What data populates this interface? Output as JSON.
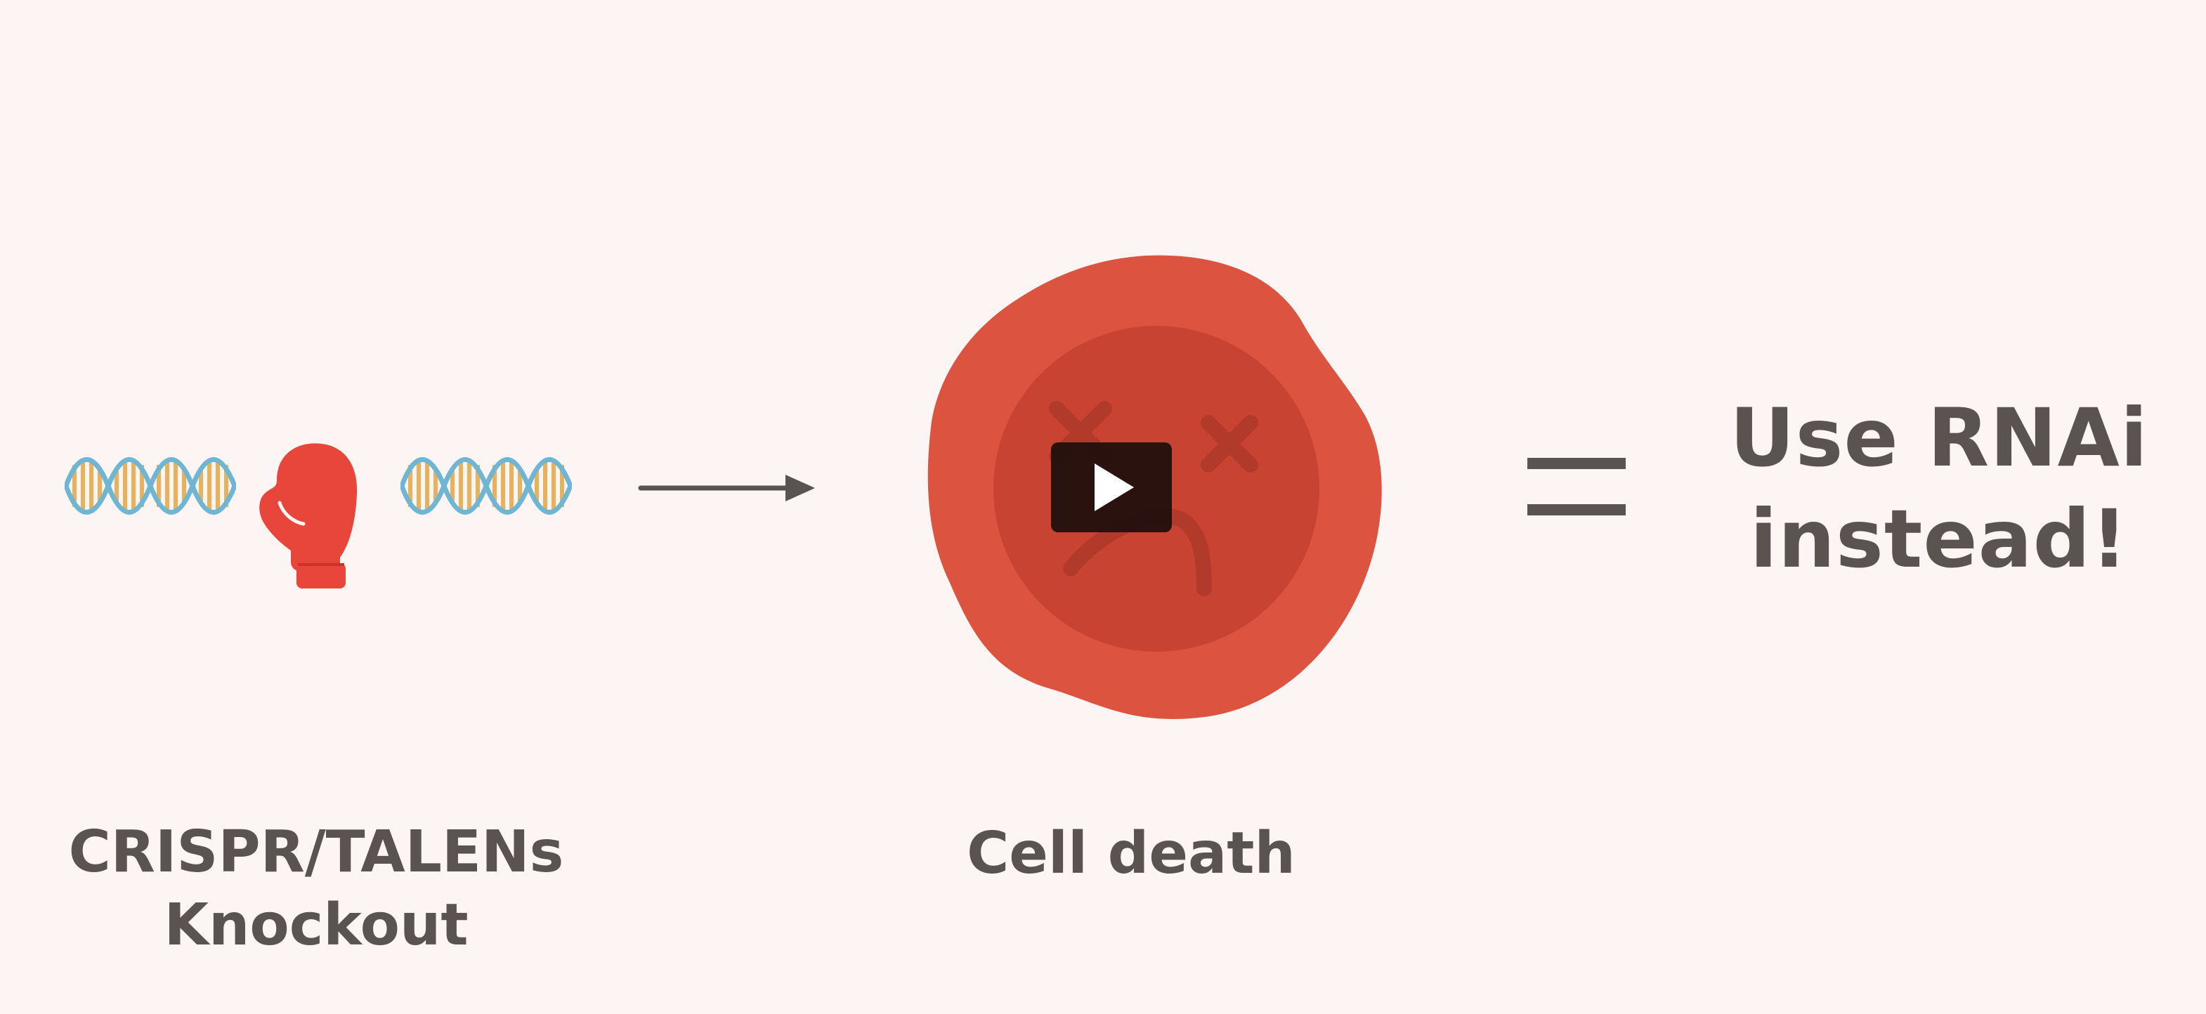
{
  "headline": {
    "line1": "Use RNAi",
    "line2": "instead!"
  },
  "captions": {
    "knockout": {
      "line1": "CRISPR/TALENs",
      "line2": "Knockout"
    },
    "cell_death": "Cell death"
  },
  "icons": {
    "dna": "dna-helix-icon",
    "glove": "boxing-glove-icon",
    "arrow": "arrow-right-icon",
    "cell": "dead-cell-icon",
    "equals": "equals-icon",
    "play": "play-icon"
  },
  "colors": {
    "background": "#fcf5f4",
    "text": "#5a5350",
    "cell_outer": "#dc5440",
    "cell_inner": "#c84332",
    "glove": "#e8463a",
    "dna_strand": "#6fb5d4",
    "dna_rung": "#e9b25a",
    "play_bg": "#1c0e0c"
  }
}
